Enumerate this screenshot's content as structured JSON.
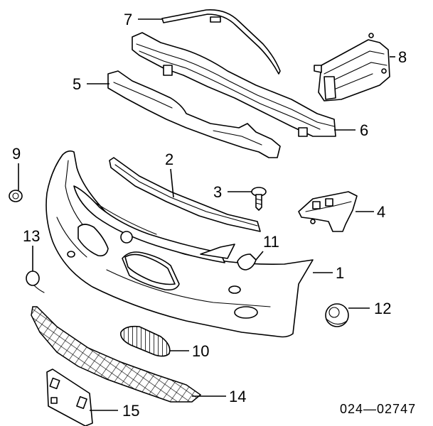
{
  "diagram": {
    "reference_code": "024—02747",
    "callouts": [
      {
        "id": "1",
        "label": "1"
      },
      {
        "id": "2",
        "label": "2"
      },
      {
        "id": "3",
        "label": "3"
      },
      {
        "id": "4",
        "label": "4"
      },
      {
        "id": "5",
        "label": "5"
      },
      {
        "id": "6",
        "label": "6"
      },
      {
        "id": "7",
        "label": "7"
      },
      {
        "id": "8",
        "label": "8"
      },
      {
        "id": "9",
        "label": "9"
      },
      {
        "id": "10",
        "label": "10"
      },
      {
        "id": "11",
        "label": "11"
      },
      {
        "id": "12",
        "label": "12"
      },
      {
        "id": "13",
        "label": "13"
      },
      {
        "id": "14",
        "label": "14"
      },
      {
        "id": "15",
        "label": "15"
      }
    ]
  }
}
